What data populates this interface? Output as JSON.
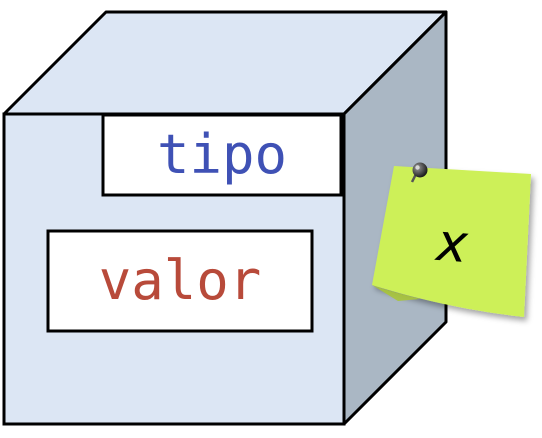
{
  "diagram": {
    "type_label": "tipo",
    "value_label": "valor",
    "note_label": "x"
  },
  "colors": {
    "cube_front": "#dce6f4",
    "cube_top": "#dce6f4",
    "cube_side": "#aab7c4",
    "outline": "#000000",
    "label_background": "#ffffff",
    "type_text": "#3f51b5",
    "value_text": "#b84a3a",
    "note_fill": "#cdf059",
    "note_text": "#000000",
    "pin": "#3a3a3a"
  },
  "icons": {
    "pin": "pushpin-icon",
    "note": "sticky-note-icon"
  }
}
